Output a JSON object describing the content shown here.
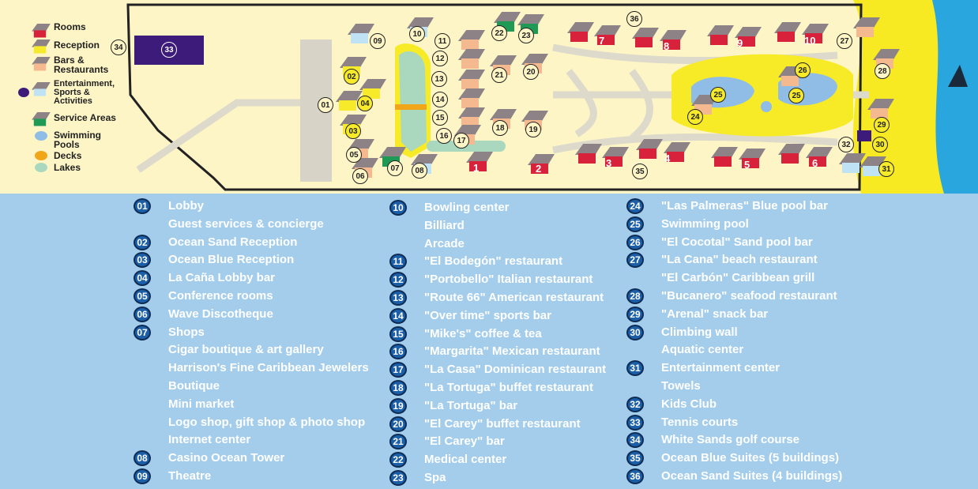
{
  "legend": [
    {
      "label": "Rooms",
      "color": "#d8213a"
    },
    {
      "label": "Reception",
      "color": "#f6ea2a"
    },
    {
      "label": "Bars & Restaurants",
      "color": "#f5b98f"
    },
    {
      "label": "Entertainment, Sports & Activities",
      "color": "#bfe3f5"
    },
    {
      "label": "Service Areas",
      "color": "#1f9a55"
    },
    {
      "label": "Swimming Pools",
      "color": "#8fbde6"
    },
    {
      "label": "Decks",
      "color": "#f0a618"
    },
    {
      "label": "Lakes",
      "color": "#a9d8bf"
    }
  ],
  "map": {
    "markers": [
      "01",
      "02",
      "03",
      "04",
      "05",
      "06",
      "07",
      "08",
      "09",
      "10",
      "11",
      "12",
      "13",
      "14",
      "15",
      "16",
      "17",
      "18",
      "19",
      "20",
      "21",
      "22",
      "23",
      "24",
      "25",
      "25",
      "26",
      "27",
      "28",
      "29",
      "30",
      "31",
      "32",
      "33",
      "34",
      "35",
      "36"
    ],
    "rooms": [
      "1",
      "2",
      "3",
      "4",
      "5",
      "6",
      "7",
      "8",
      "9",
      "10"
    ]
  },
  "columns": [
    [
      {
        "num": "01",
        "text": "Lobby"
      },
      {
        "num": "",
        "text": "Guest services & concierge"
      },
      {
        "num": "02",
        "text": "Ocean Sand Reception"
      },
      {
        "num": "03",
        "text": "Ocean Blue Reception"
      },
      {
        "num": "04",
        "text": "La Caña Lobby bar"
      },
      {
        "num": "05",
        "text": "Conference rooms"
      },
      {
        "num": "06",
        "text": "Wave Discotheque"
      },
      {
        "num": "07",
        "text": "Shops"
      },
      {
        "num": "",
        "text": "Cigar boutique & art gallery"
      },
      {
        "num": "",
        "text": "Harrison's Fine Caribbean Jewelers"
      },
      {
        "num": "",
        "text": "Boutique"
      },
      {
        "num": "",
        "text": "Mini market"
      },
      {
        "num": "",
        "text": "Logo shop, gift shop & photo shop"
      },
      {
        "num": "",
        "text": "Internet center"
      },
      {
        "num": "08",
        "text": "Casino Ocean Tower"
      },
      {
        "num": "09",
        "text": "Theatre"
      }
    ],
    [
      {
        "num": "10",
        "text": "Bowling center"
      },
      {
        "num": "",
        "text": "Billiard"
      },
      {
        "num": "",
        "text": "Arcade"
      },
      {
        "num": "11",
        "text": "\"El Bodegón\" restaurant"
      },
      {
        "num": "12",
        "text": "\"Portobello\" Italian restaurant"
      },
      {
        "num": "13",
        "text": "\"Route 66\" American restaurant"
      },
      {
        "num": "14",
        "text": "\"Over time\" sports bar"
      },
      {
        "num": "15",
        "text": "\"Mike's\" coffee & tea"
      },
      {
        "num": "16",
        "text": "\"Margarita\" Mexican restaurant"
      },
      {
        "num": "17",
        "text": "\"La Casa\" Dominican restaurant"
      },
      {
        "num": "18",
        "text": "\"La Tortuga\" buffet restaurant"
      },
      {
        "num": "19",
        "text": "\"La Tortuga\" bar"
      },
      {
        "num": "20",
        "text": "\"El Carey\" buffet restaurant"
      },
      {
        "num": "21",
        "text": "\"El Carey\" bar"
      },
      {
        "num": "22",
        "text": "Medical center"
      },
      {
        "num": "23",
        "text": "Spa"
      }
    ],
    [
      {
        "num": "24",
        "text": "\"Las Palmeras\" Blue pool bar"
      },
      {
        "num": "25",
        "text": "Swimming pool"
      },
      {
        "num": "26",
        "text": "\"El Cocotal\" Sand pool bar"
      },
      {
        "num": "27",
        "text": "\"La Cana\" beach restaurant"
      },
      {
        "num": "",
        "text": "\"El Carbón\" Caribbean grill"
      },
      {
        "num": "28",
        "text": "\"Bucanero\" seafood restaurant"
      },
      {
        "num": "29",
        "text": "\"Arenal\" snack bar"
      },
      {
        "num": "30",
        "text": "Climbing wall"
      },
      {
        "num": "",
        "text": "Aquatic center"
      },
      {
        "num": "31",
        "text": "Entertainment center"
      },
      {
        "num": "",
        "text": "Towels"
      },
      {
        "num": "32",
        "text": "Kids Club"
      },
      {
        "num": "33",
        "text": "Tennis courts"
      },
      {
        "num": "34",
        "text": "White Sands golf course"
      },
      {
        "num": "35",
        "text": "Ocean Blue Suites (5 buildings)"
      },
      {
        "num": "36",
        "text": "Ocean Sand Suites (4 buildings)"
      }
    ]
  ]
}
